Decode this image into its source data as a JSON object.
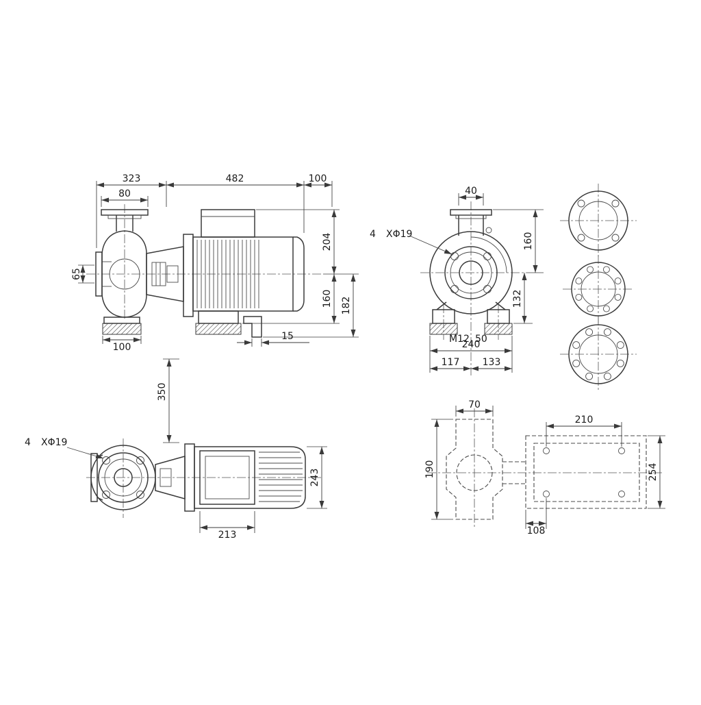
{
  "colors": {
    "line": "#3a3a3a",
    "text": "#1a1a1a",
    "background": "#ffffff"
  },
  "views": {
    "side": {
      "dims": {
        "pump_length": "323",
        "motor_length": "482",
        "end_clearance": "100",
        "discharge_flange_width": "80",
        "suction_bore": "65",
        "height_above_axis": "204",
        "axis_height": "160",
        "base_height": "182",
        "foot_length": "100",
        "end_offset": "15",
        "view_distance": "350"
      }
    },
    "front": {
      "dims": {
        "discharge_width": "40",
        "hole_count": "4",
        "hole_spec": "XΦ19",
        "flange_height": "160",
        "foot_height": "132",
        "thread": "M12",
        "thread_spacing": "50",
        "foot_span": "240",
        "span_left": "117",
        "span_right": "133"
      }
    },
    "plan": {
      "dims": {
        "hole_count": "4",
        "hole_spec": "XΦ19",
        "motor_width": "243",
        "mid_length": "213"
      }
    },
    "base": {
      "dims": {
        "foot_width": "70",
        "hole_pitch": "210",
        "foot_length": "190",
        "plate_width": "254",
        "hole_offset": "108"
      }
    }
  }
}
